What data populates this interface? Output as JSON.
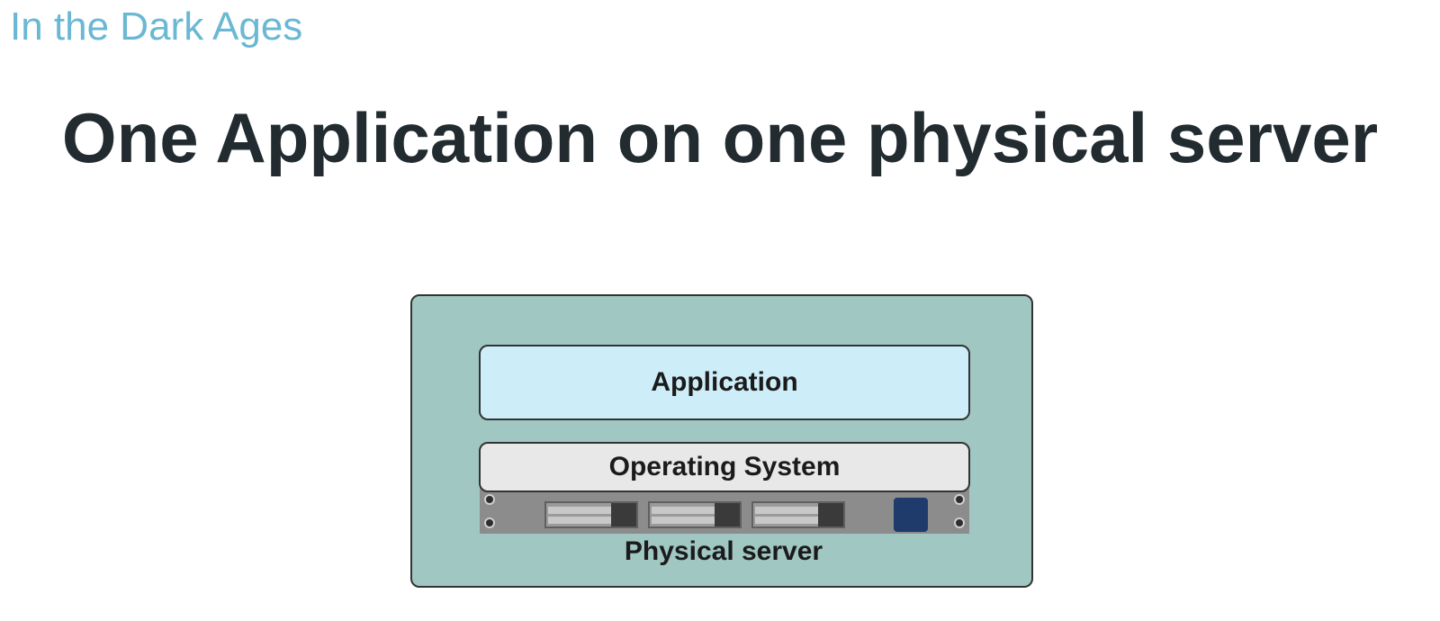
{
  "slide": {
    "section_label": "In the Dark Ages",
    "title": "One Application on one physical server"
  },
  "diagram": {
    "application_label": "Application",
    "os_label": "Operating System",
    "server_label": "Physical server"
  },
  "colors": {
    "section_label": "#6ab8d4",
    "title": "#222b30",
    "diagram_background": "#a0c7c2",
    "application_fill": "#cdeef8",
    "os_fill": "#e8e8e8",
    "server_chassis": "#8c8c8c",
    "power_button": "#1e3b6b"
  }
}
